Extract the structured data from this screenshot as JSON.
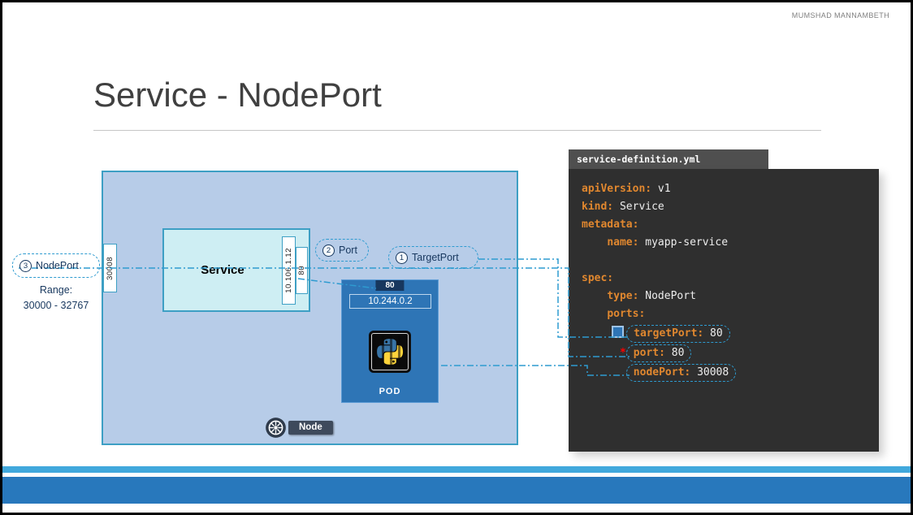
{
  "slide": {
    "author": "MUMSHAD MANNAMBETH",
    "title": "Service - NodePort"
  },
  "diagram": {
    "node": {
      "label": "Node"
    },
    "service": {
      "label": "Service",
      "cluster_ip": "10.106.1.12",
      "port": "80"
    },
    "node_port_value": "30008",
    "pod": {
      "label": "POD",
      "port": "80",
      "ip": "10.244.0.2"
    },
    "callouts": {
      "target_port": {
        "number": "1",
        "label": "TargetPort"
      },
      "port": {
        "number": "2",
        "label": "Port"
      },
      "node_port": {
        "number": "3",
        "label": "NodePort"
      }
    },
    "range": {
      "label": "Range:",
      "value": "30000 - 32767"
    }
  },
  "code_panel": {
    "tab_title": "service-definition.yml",
    "lines": [
      {
        "pre": "",
        "tokens": [
          {
            "type": "key",
            "text": "apiVersion:"
          },
          {
            "type": "val",
            "text": " v1"
          }
        ]
      },
      {
        "pre": "",
        "tokens": [
          {
            "type": "key",
            "text": "kind:"
          },
          {
            "type": "val",
            "text": " Service"
          }
        ]
      },
      {
        "pre": "",
        "tokens": [
          {
            "type": "key",
            "text": "metadata:"
          }
        ]
      },
      {
        "pre": "    ",
        "tokens": [
          {
            "type": "key",
            "text": "name:"
          },
          {
            "type": "val",
            "text": " myapp-service"
          }
        ]
      },
      {
        "pre": "",
        "tokens": []
      },
      {
        "pre": "",
        "tokens": [
          {
            "type": "key",
            "text": "spec:"
          }
        ]
      },
      {
        "pre": "    ",
        "tokens": [
          {
            "type": "key",
            "text": "type:"
          },
          {
            "type": "val",
            "text": " NodePort"
          }
        ]
      },
      {
        "pre": "    ",
        "tokens": [
          {
            "type": "key",
            "text": "ports:"
          }
        ]
      },
      {
        "pre": "     ",
        "marker": true,
        "boxed": true,
        "tokens": [
          {
            "type": "key",
            "text": "targetPort:"
          },
          {
            "type": "val",
            "text": " 80"
          }
        ]
      },
      {
        "pre": "      ",
        "asterisk": true,
        "boxed": true,
        "tokens": [
          {
            "type": "key",
            "text": "port:"
          },
          {
            "type": "val",
            "text": " 80"
          }
        ]
      },
      {
        "pre": "       ",
        "boxed": true,
        "tokens": [
          {
            "type": "key",
            "text": "nodePort:"
          },
          {
            "type": "val",
            "text": " 30008"
          }
        ]
      }
    ]
  },
  "colors": {
    "accent_teal": "#2E9BD0",
    "node_fill": "#B7CCE8",
    "service_fill": "#CEEEF3",
    "pod_blue": "#2E75B6",
    "code_bg": "#2F2F2F",
    "code_key_orange": "#E0872F",
    "bar_light_blue": "#41A8DC",
    "bar_dark_blue": "#2878BC",
    "asterisk_red": "#FF0000"
  }
}
